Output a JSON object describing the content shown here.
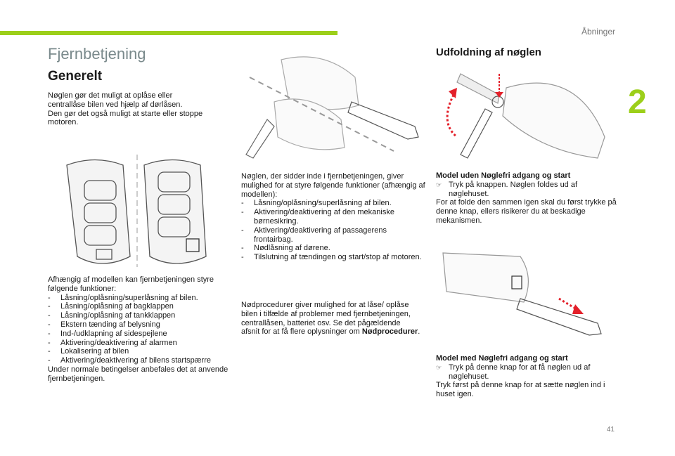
{
  "header": {
    "section": "Åbninger",
    "chapter": "2"
  },
  "page_title": "Fjernbetjening",
  "general": {
    "heading": "Generelt",
    "intro": [
      "Nøglen gør det muligt at oplåse eller",
      "centrallåse bilen ved hjælp af dørlåsen.",
      "Den gør det også muligt at starte eller stoppe",
      "motoren."
    ],
    "functions_intro": "Afhængig af modellen kan fjernbetjeningen styre følgende funktioner:",
    "functions": [
      "Låsning/oplåsning/superlåsning af bilen.",
      "Låsning/oplåsning af bagklappen",
      "Låsning/oplåsning af tankklappen",
      "Ekstern tænding af belysning",
      "Ind-/udklapning af sidespejlene",
      "Aktivering/deaktivering af alarmen",
      "Lokalisering af bilen",
      "Aktivering/deaktivering af bilens startspærre"
    ],
    "closing": "Under normale betingelser anbefales det at anvende fjernbetjeningen."
  },
  "key": {
    "intro": "Nøglen, der sidder inde i fjernbetjeningen, giver mulighed for at styre følgende funktioner (afhængig af modellen):",
    "functions": [
      "Låsning/oplåsning/superlåsning af bilen.",
      "Aktivering/deaktivering af den mekaniske børnesikring.",
      "Aktivering/deaktivering af passagerens frontairbag.",
      "Nødlåsning af dørene.",
      "Tilslutning af tændingen og start/stop af motoren."
    ],
    "emergency_text": "Nødprocedurer giver mulighed for at låse/ oplåse bilen i tilfælde af problemer med fjernbetjeningen, centrallåsen, batteriet osv. Se det pågældende afsnit for at få flere oplysninger om",
    "emergency_link": "Nødprocedurer",
    "emergency_end": "."
  },
  "unfold": {
    "heading": "Udfoldning af nøglen",
    "model_without": {
      "title": "Model uden Nøglefri adgang og start",
      "step": "Tryk på knappen. Nøglen foldes ud af nøglehuset.",
      "note": "For at folde den sammen igen skal du først trykke på denne knap, ellers risikerer du at beskadige mekanismen."
    },
    "model_with": {
      "title": "Model med Nøglefri adgang og start",
      "step": "Tryk på denne knap for at få nøglen ud af nøglehuset.",
      "note": "Tryk først på denne knap for at sætte nøglen ind i huset igen."
    }
  },
  "page_number": "41",
  "colors": {
    "accent": "#9ccf1a",
    "arrow": "#e3202a",
    "title_gray": "#7a8a8c"
  }
}
